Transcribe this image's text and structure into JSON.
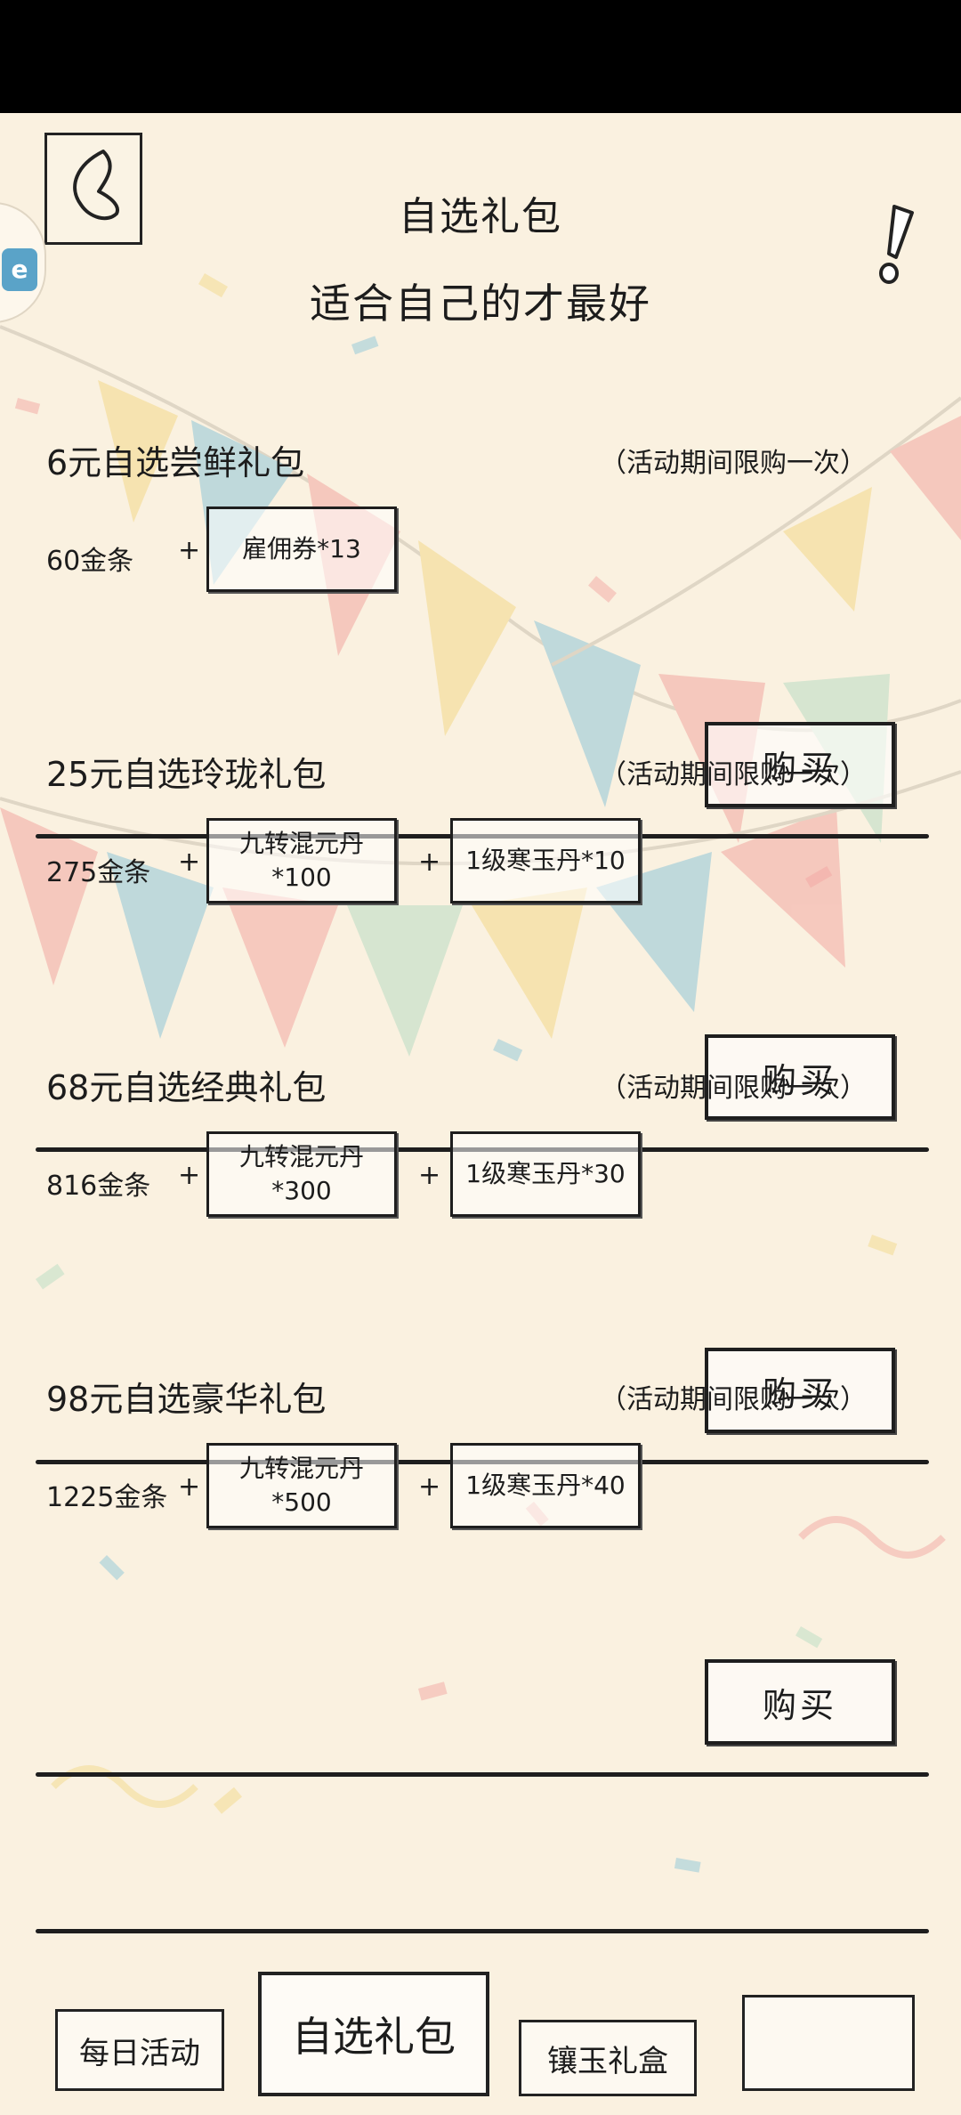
{
  "header": {
    "title": "自选礼包",
    "subtitle": "适合自己的才最好"
  },
  "packs": [
    {
      "name": "6元自选尝鲜礼包",
      "limit": "（活动期间限购一次）",
      "gold": "60金条",
      "items": [
        "雇佣券*13"
      ],
      "buy_label": "购买"
    },
    {
      "name": "25元自选玲珑礼包",
      "limit": "（活动期间限购一次）",
      "gold": "275金条",
      "items": [
        "九转混元丹\n*100",
        "1级寒玉丹*10"
      ],
      "buy_label": "购买"
    },
    {
      "name": "68元自选经典礼包",
      "limit": "（活动期间限购一次）",
      "gold": "816金条",
      "items": [
        "九转混元丹\n*300",
        "1级寒玉丹*30"
      ],
      "buy_label": "购买"
    },
    {
      "name": "98元自选豪华礼包",
      "limit": "（活动期间限购一次）",
      "gold": "1225金条",
      "items": [
        "九转混元丹\n*500",
        "1级寒玉丹*40"
      ],
      "buy_label": "购买"
    }
  ],
  "plus_sign": "+",
  "tabs": {
    "daily": "每日活动",
    "select": "自选礼包",
    "jade": "镶玉礼盒",
    "empty": ""
  },
  "side_badge": "e",
  "colors": {
    "background": "#faf1e0",
    "ink": "#1e1e1e",
    "flag_blue": "#8fc6d8",
    "flag_pink": "#f2a7a2",
    "flag_yellow": "#f3d98a",
    "flag_green": "#b9dcc3"
  },
  "icons": {
    "back": "back-chevron-icon",
    "exclaim": "exclamation-icon"
  }
}
